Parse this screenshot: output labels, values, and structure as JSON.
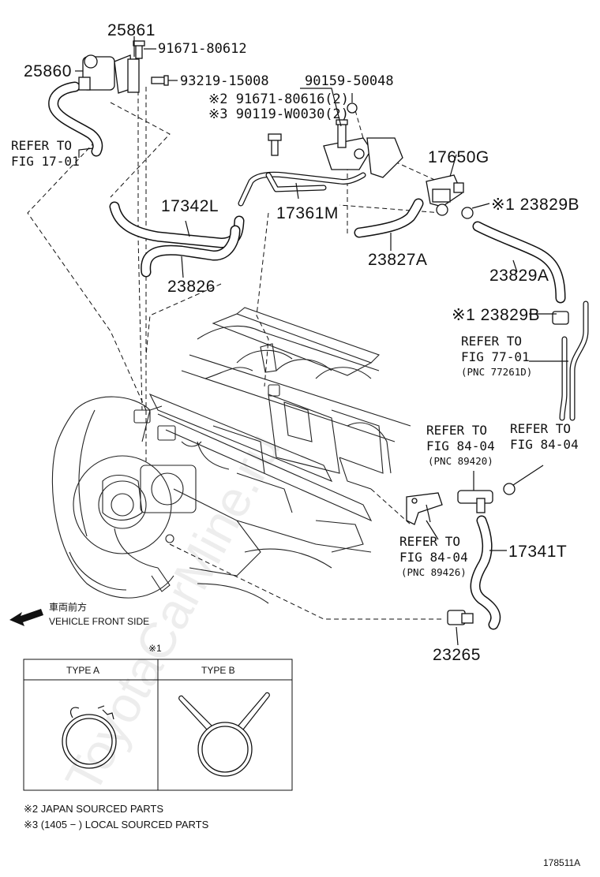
{
  "parts": {
    "p25861": "25861",
    "p91671_80612": "91671-80612",
    "p25860": "25860",
    "p93219_15008": "93219-15008",
    "p90159_50048": "90159-50048",
    "p91671_80616": "※2 91671-80616(2)",
    "p90119_W0030": "※3 90119-W0030(2)",
    "p17650G": "17650G",
    "p17342L": "17342L",
    "p17361M": "17361M",
    "p23829B_top": "※1 23829B",
    "p23827A": "23827A",
    "p23826": "23826",
    "p23829A": "23829A",
    "p23829B_mid": "※1 23829B",
    "p17341T": "17341T",
    "p23265": "23265"
  },
  "refs": {
    "fig1701_line1": "REFER TO",
    "fig1701_line2": "FIG 17-01",
    "fig7701_line1": "REFER TO",
    "fig7701_line2": "FIG 77-01",
    "fig7701_pnc": "(PNC 77261D)",
    "fig8404a_line1": "REFER TO",
    "fig8404a_line2": "FIG 84-04",
    "fig8404a_pnc": "(PNC 89420)",
    "fig8404b_line1": "REFER TO",
    "fig8404b_line2": "FIG 84-04",
    "fig8404c_line1": "REFER TO",
    "fig8404c_line2": "FIG 84-04",
    "fig8404c_pnc": "(PNC 89426)"
  },
  "direction": {
    "jp": "車両前方",
    "en": "VEHICLE FRONT SIDE"
  },
  "legend_box": {
    "mark": "※1",
    "type_a": "TYPE A",
    "type_b": "TYPE B"
  },
  "notes": {
    "note2": "※2 JAPAN SOURCED PARTS",
    "note3": "※3 (1405 −        ) LOCAL SOURCED PARTS"
  },
  "figure_id": "178511A",
  "watermark": "ToyotaCarMine.ru"
}
